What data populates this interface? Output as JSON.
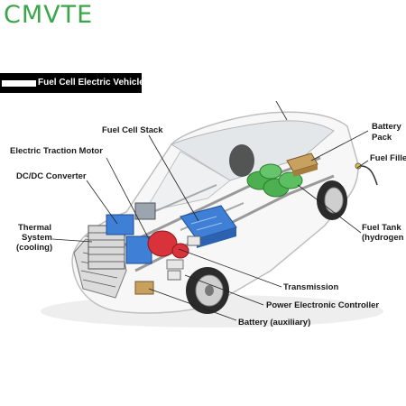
{
  "brand": {
    "logo_text": "CMVTE",
    "logo_color": "#3aa64a"
  },
  "title": "Fuel Cell Electric Vehicle",
  "labels": {
    "fuel_cell_stack": "Fuel Cell Stack",
    "electric_traction_motor": "Electric Traction Motor",
    "dcdc_converter": "DC/DC Converter",
    "thermal_system_1": "Thermal",
    "thermal_system_2": "System",
    "thermal_system_3": "(cooling)",
    "battery_pack_1": "Battery",
    "battery_pack_2": "Pack",
    "fuel_filler": "Fuel Fille",
    "fuel_tank_1": "Fuel Tank",
    "fuel_tank_2": "(hydrogen",
    "transmission": "Transmission",
    "power_electronic_controller": "Power Electronic Controller",
    "battery_auxiliary": "Battery (auxiliary)"
  },
  "colors": {
    "stack_blue": "#3f7fd6",
    "tank_green": "#4caf50",
    "motor_red": "#d8333a",
    "pack_tan": "#c8a060"
  }
}
